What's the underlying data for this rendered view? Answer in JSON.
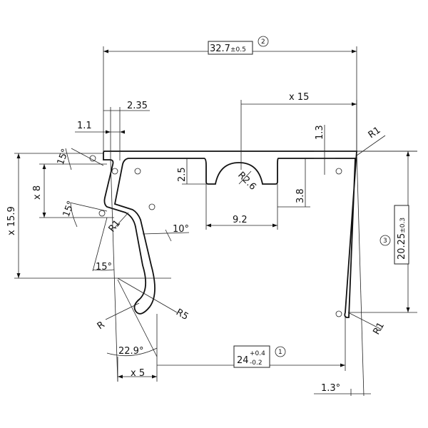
{
  "dimensions": {
    "width_total": "32.7",
    "width_tol": "±0.5",
    "width_ref": "2",
    "offset_15": "x 15",
    "d_2_35": "2.35",
    "d_1_1": "1.1",
    "d_1_3": "1.3",
    "r1_top": "R1",
    "d_2_5": "2.5",
    "r2_6": "R2.6",
    "d_3_8": "3.8",
    "d_9_2": "9.2",
    "ang_15_a": "15°",
    "x8": "x 8",
    "ang_15_b": "15°",
    "x15_9": "x 15.9",
    "r1_left": "R1",
    "ang_10": "10°",
    "ang_15_c": "15°",
    "height_main": "20.25",
    "height_tol": "±0.3",
    "height_ref": "3",
    "r": "R",
    "r5": "R5",
    "r1_bottom": "R1",
    "ang_22_9": "22.9°",
    "depth_base": "24",
    "depth_tol_upper": "+0.4",
    "depth_tol_lower": "-0.2",
    "depth_ref": "1",
    "x5": "x 5",
    "ang_1_3": "1.3°"
  }
}
